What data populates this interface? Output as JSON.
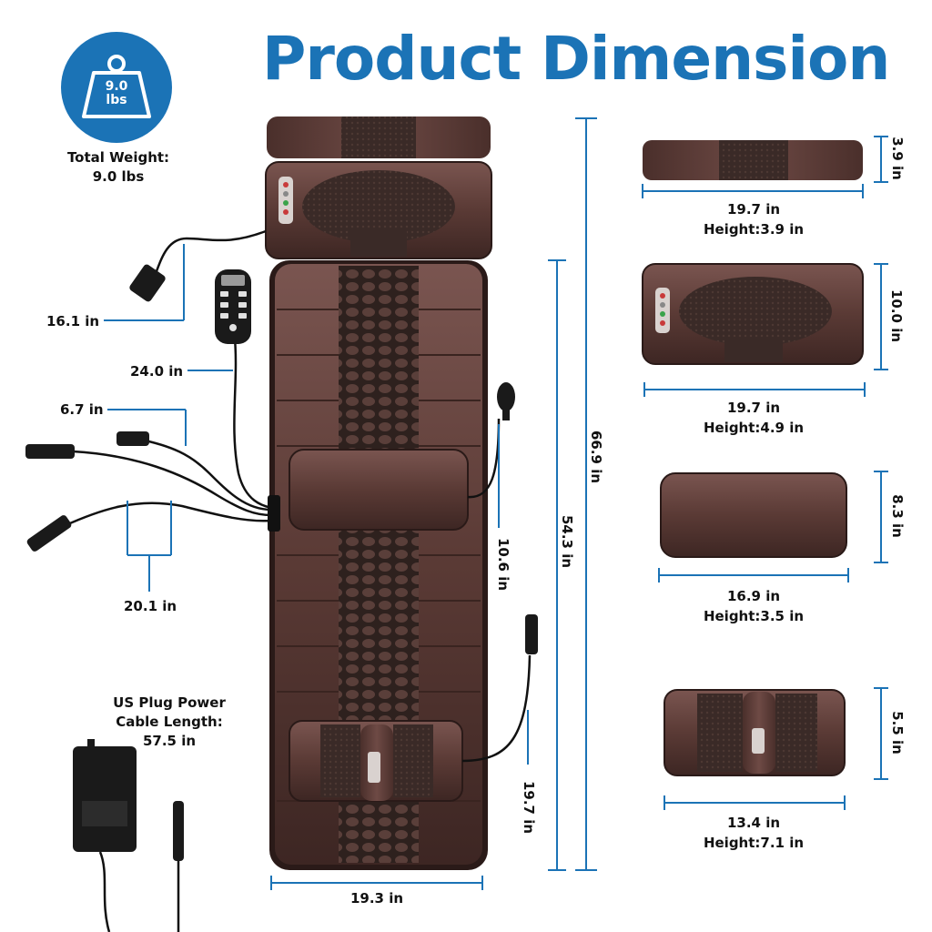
{
  "title": "Product Dimension",
  "weight": {
    "icon": "weight-icon",
    "value_line1": "9.0",
    "value_line2": "lbs",
    "caption_line1": "Total Weight:",
    "caption_line2": "9.0 lbs"
  },
  "mat": {
    "total_length": "66.9 in",
    "body_length": "54.3 in",
    "width": "19.3 in",
    "lumbar_offset": "10.6 in",
    "foot_offset": "19.7 in"
  },
  "cables": {
    "head_cable": "16.1 in",
    "remote_cable": "24.0 in",
    "short_cable": "6.7 in",
    "long_cable": "20.1 in"
  },
  "power": {
    "caption_line1": "US Plug Power",
    "caption_line2": "Cable Length:",
    "caption_line3": "57.5 in"
  },
  "parts": [
    {
      "name": "pillow",
      "width": "19.7 in",
      "height_label": "Height:3.9 in",
      "side": "3.9 in"
    },
    {
      "name": "head-pad",
      "width": "19.7 in",
      "height_label": "Height:4.9 in",
      "side": "10.0 in"
    },
    {
      "name": "lumbar-pad",
      "width": "16.9 in",
      "height_label": "Height:3.5 in",
      "side": "8.3 in"
    },
    {
      "name": "foot-pad",
      "width": "13.4 in",
      "height_label": "Height:7.1 in",
      "side": "5.5 in"
    }
  ],
  "colors": {
    "accent": "#1b73b6",
    "leather": "#5a3a35",
    "mesh": "#2e211e"
  }
}
